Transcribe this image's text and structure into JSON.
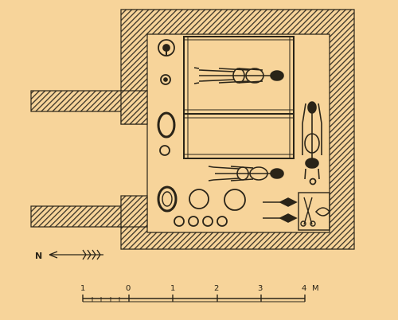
{
  "colors": {
    "background": "#f7d49a",
    "ink": "#2a2418",
    "hatch": "#3a3326"
  },
  "north_arrow": {
    "label": "N"
  },
  "scale_bar": {
    "ticks": [
      "1",
      "0",
      "1",
      "2",
      "3",
      "4"
    ],
    "unit": "M"
  },
  "icons": {
    "skeleton_a": "skeleton-icon",
    "vessel": "vessel-icon",
    "spearhead": "spearhead-icon",
    "scissors": "scissors-icon"
  }
}
